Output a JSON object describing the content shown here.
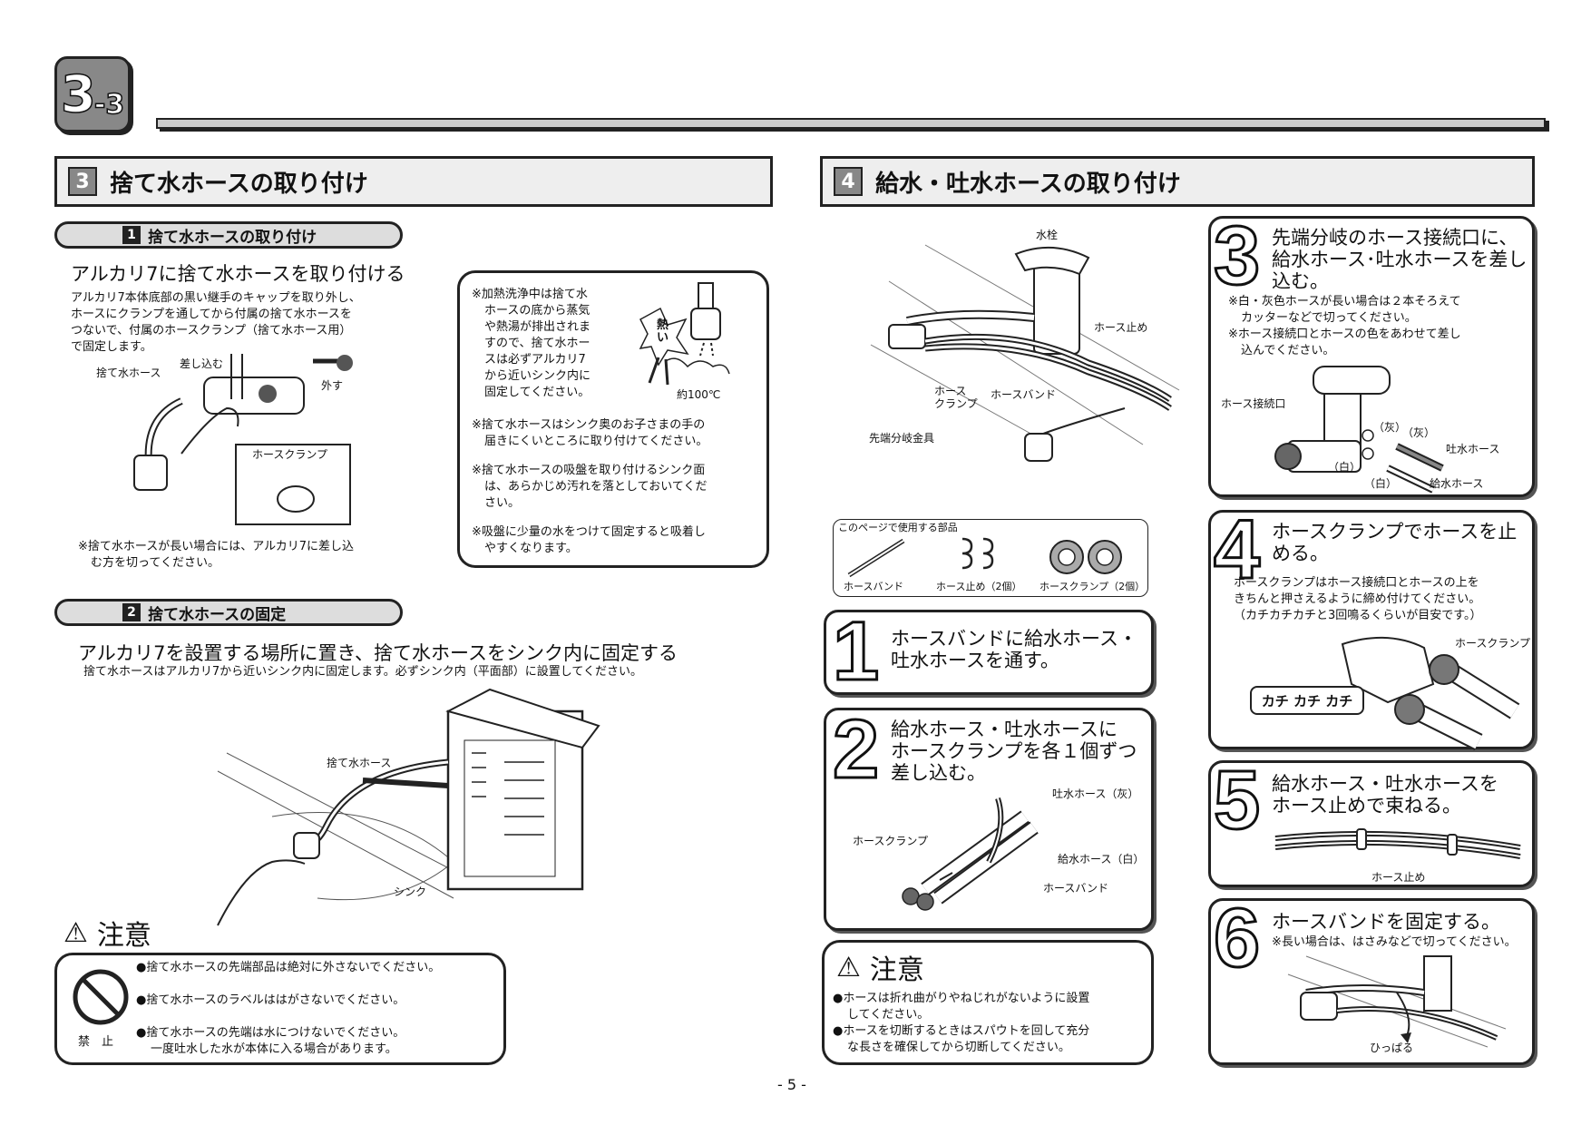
{
  "chapter": {
    "num": "3",
    "sub": "-3"
  },
  "left": {
    "section": {
      "num": "3",
      "title": "捨て水ホースの取り付け"
    },
    "sub1": {
      "num": "1",
      "title": "捨て水ホースの取り付け",
      "heading": "アルカリ7に捨て水ホースを取り付ける",
      "body": [
        "アルカリ7本体底部の黒い継手のキャップを取り外し、",
        "ホースにクランプを通してから付属の捨て水ホースを",
        "つないで、付属のホースクランプ（捨て水ホース用）",
        "で固定します。"
      ],
      "labels": {
        "hose": "捨て水ホース",
        "insert": "差し込む",
        "remove": "外す",
        "clamp": "ホースクランプ"
      },
      "note": [
        "※捨て水ホースが長い場合には、アルカリ7に差し込",
        "む方を切ってください。"
      ]
    },
    "notebox": {
      "note1": [
        "※加熱洗浄中は捨て水",
        "ホースの底から蒸気",
        "や熱湯が排出されま",
        "すので、捨て水ホー",
        "スは必ずアルカリ7",
        "から近いシンク内に",
        "固定してください。"
      ],
      "hot": "熱い",
      "temp": "約100℃",
      "note2": [
        "※捨て水ホースはシンク奥のお子さまの手の",
        "届きにくいところに取り付けてください。"
      ],
      "note3": [
        "※捨て水ホースの吸盤を取り付けるシンク面",
        "は、あらかじめ汚れを落としておいてくだ",
        "さい。"
      ],
      "note4": [
        "※吸盤に少量の水をつけて固定すると吸着し",
        "やすくなります。"
      ]
    },
    "sub2": {
      "num": "2",
      "title": "捨て水ホースの固定",
      "heading": "アルカリ7を設置する場所に置き、捨て水ホースをシンク内に固定する",
      "body": "捨て水ホースはアルカリ7から近いシンク内に固定します。必ずシンク内（平面部）に設置してください。",
      "labels": {
        "hose": "捨て水ホース",
        "sink": "シンク"
      }
    },
    "caution": {
      "title": "注意",
      "prohibit": "禁　止",
      "items": [
        "●捨て水ホースの先端部品は絶対に外さないでください。",
        "●捨て水ホースのラベルははがさないでください。",
        "●捨て水ホースの先端は水につけないでください。"
      ],
      "item3b": "一度吐水した水が本体に入る場合があります。"
    }
  },
  "right": {
    "section": {
      "num": "4",
      "title": "給水・吐水ホースの取り付け"
    },
    "overview_labels": {
      "faucet": "水栓",
      "hose_stop": "ホース止め",
      "hose_clamp_1": "ホース",
      "hose_clamp_2": "クランプ",
      "hose_band": "ホースバンド",
      "diverter": "先端分岐金具"
    },
    "parts": {
      "title": "このページで使用する部品",
      "band": "ホースバンド",
      "stop": "ホース止め（2個）",
      "clamp": "ホースクランプ（2個）"
    },
    "step1": {
      "num": "1",
      "text": [
        "ホースバンドに給水ホース・",
        "吐水ホースを通す。"
      ]
    },
    "step2": {
      "num": "2",
      "text": [
        "給水ホース・吐水ホースに",
        "ホースクランプを各１個ずつ",
        "差し込む。"
      ],
      "labels": {
        "out_hose": "吐水ホース（灰）",
        "clamp": "ホースクランプ",
        "in_hose": "給水ホース（白）",
        "band": "ホースバンド"
      }
    },
    "caution": {
      "title": "注意",
      "items": [
        [
          "●ホースは折れ曲がりやねじれがないように設置",
          "してください。"
        ],
        [
          "●ホースを切断するときはスパウトを回して充分",
          "な長さを確保してから切断してください。"
        ]
      ]
    },
    "step3": {
      "num": "3",
      "text": [
        "先端分岐のホース接続口に、",
        "給水ホース･吐水ホースを差し",
        "込む。"
      ],
      "notes": [
        "※白・灰色ホースが長い場合は２本そろえて",
        "カッターなどで切ってください。",
        "※ホース接続口とホースの色をあわせて差し",
        "込んでください。"
      ],
      "labels": {
        "port": "ホース接続口",
        "gray1": "（灰）",
        "gray2": "（灰）",
        "white1": "（白）",
        "white2": "（白）",
        "out_hose": "吐水ホース",
        "in_hose": "給水ホース"
      }
    },
    "step4": {
      "num": "4",
      "text": [
        "ホースクランプでホースを止",
        "める。"
      ],
      "notes": [
        "ホースクランプはホース接続口とホースの上を",
        "きちんと押さえるように締め付けてください。",
        "（カチカチカチと3回鳴るくらいが目安です。）"
      ],
      "labels": {
        "clamp": "ホースクランプ",
        "click": "カチ カチ カチ"
      }
    },
    "step5": {
      "num": "5",
      "text": [
        "給水ホース・吐水ホースを",
        "ホース止めで束ねる。"
      ],
      "labels": {
        "stop": "ホース止め"
      }
    },
    "step6": {
      "num": "6",
      "text": "ホースバンドを固定する。",
      "note": "※長い場合は、はさみなどで切ってください。",
      "labels": {
        "pull": "ひっぱる"
      }
    }
  },
  "page_number": "- 5 -"
}
